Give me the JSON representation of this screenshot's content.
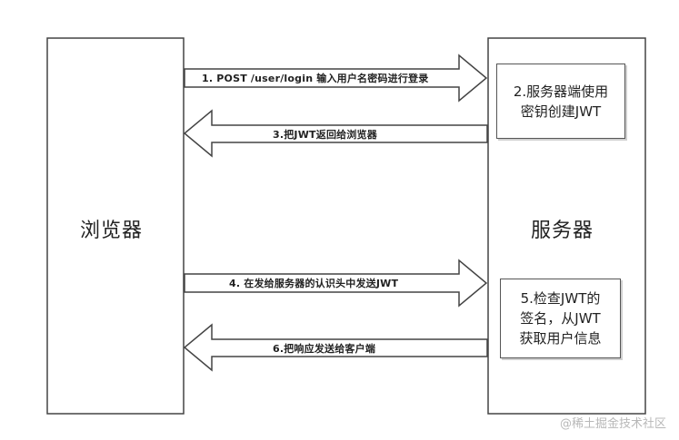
{
  "actors": {
    "browser": "浏览器",
    "server": "服务器"
  },
  "notes": [
    {
      "lines": [
        "2.服务器端使用",
        "密钥创建JWT"
      ]
    },
    {
      "lines": [
        "5.检查JWT的",
        "签名，从JWT",
        "获取用户信息"
      ]
    }
  ],
  "messages": [
    {
      "direction": "right",
      "label": "1. POST /user/login 输入用户名密码进行登录"
    },
    {
      "direction": "left",
      "label": "3.把JWT返回给浏览器"
    },
    {
      "direction": "right",
      "label": "4. 在发给服务器的认识头中发送JWT"
    },
    {
      "direction": "left",
      "label": "6.把响应发送给客户端"
    }
  ],
  "watermark": "@稀土掘金技术社区",
  "colors": {
    "stroke": "#444444",
    "fill": "#ffffff",
    "text": "#222222"
  }
}
